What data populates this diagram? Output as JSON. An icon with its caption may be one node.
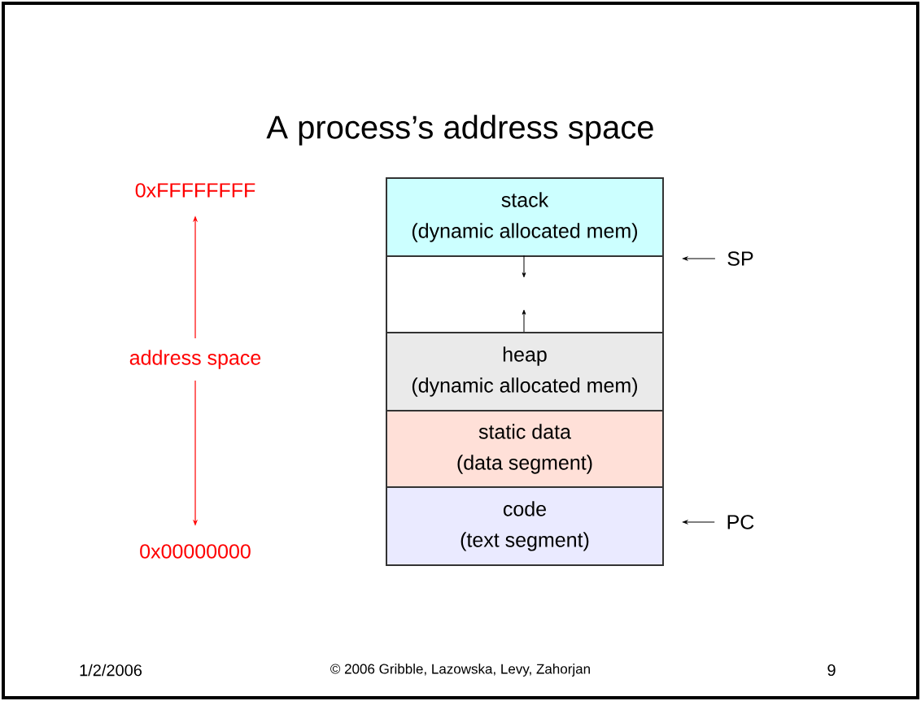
{
  "diagram": {
    "title": "A process’s address space",
    "nodes": [
      {
        "text": [
          "stack",
          "(dynamic allocated mem)"
        ]
      },
      {
        "text": [],
        "shape": "box"
      },
      {
        "text": [
          "heap",
          "(dynamic allocated mem)"
        ]
      },
      {
        "text": [
          "static data",
          "(data segment)"
        ]
      },
      {
        "text": [
          "code",
          "(text segment)"
        ]
      },
      {
        "text": [
          "SP"
        ]
      },
      {
        "text": [
          "PC"
        ]
      },
      {
        "text": [
          "0xFFFFFFFF"
        ]
      },
      {
        "text": [
          "address space"
        ]
      },
      {
        "text": [
          "0x00000000"
        ]
      }
    ],
    "edges": [
      {
        "from": 5,
        "to": 1,
        "arrow": "to"
      },
      {
        "from": 6,
        "to": 4,
        "arrow": "to"
      },
      {
        "from": 8,
        "to": 7,
        "arrow": "to",
        "color": "#ff0000"
      },
      {
        "from": 8,
        "to": 9,
        "arrow": "to",
        "color": "#ff0000"
      }
    ],
    "labels": [
      "1/2/2006",
      "© 2006 Gribble, Lazowska, Levy, Zahorjan",
      "9"
    ]
  }
}
